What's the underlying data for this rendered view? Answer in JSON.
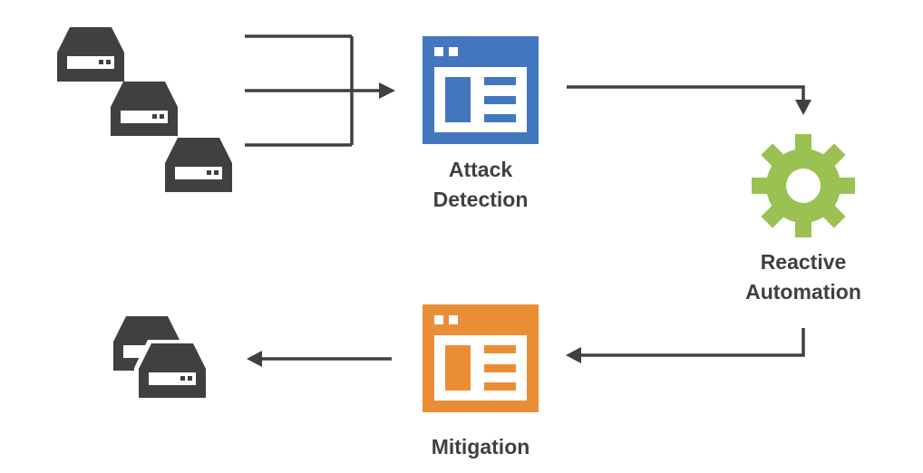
{
  "nodes": {
    "attack_detection": {
      "label_lines": [
        "Attack",
        "Detection"
      ],
      "icon": "browser-window-icon",
      "color": "#4277be"
    },
    "reactive_automation": {
      "label_lines": [
        "Reactive",
        "Automation"
      ],
      "icon": "gear-icon",
      "color": "#9ac151"
    },
    "mitigation": {
      "label_lines": [
        "Mitigation"
      ],
      "icon": "browser-window-icon",
      "color": "#ea8e36"
    },
    "source_servers": {
      "icon": "server-icon",
      "count": 3
    },
    "target_servers": {
      "icon": "server-icon",
      "count": 2
    }
  },
  "colors": {
    "server": "#404040",
    "connector": "#404040",
    "text": "#404040"
  }
}
